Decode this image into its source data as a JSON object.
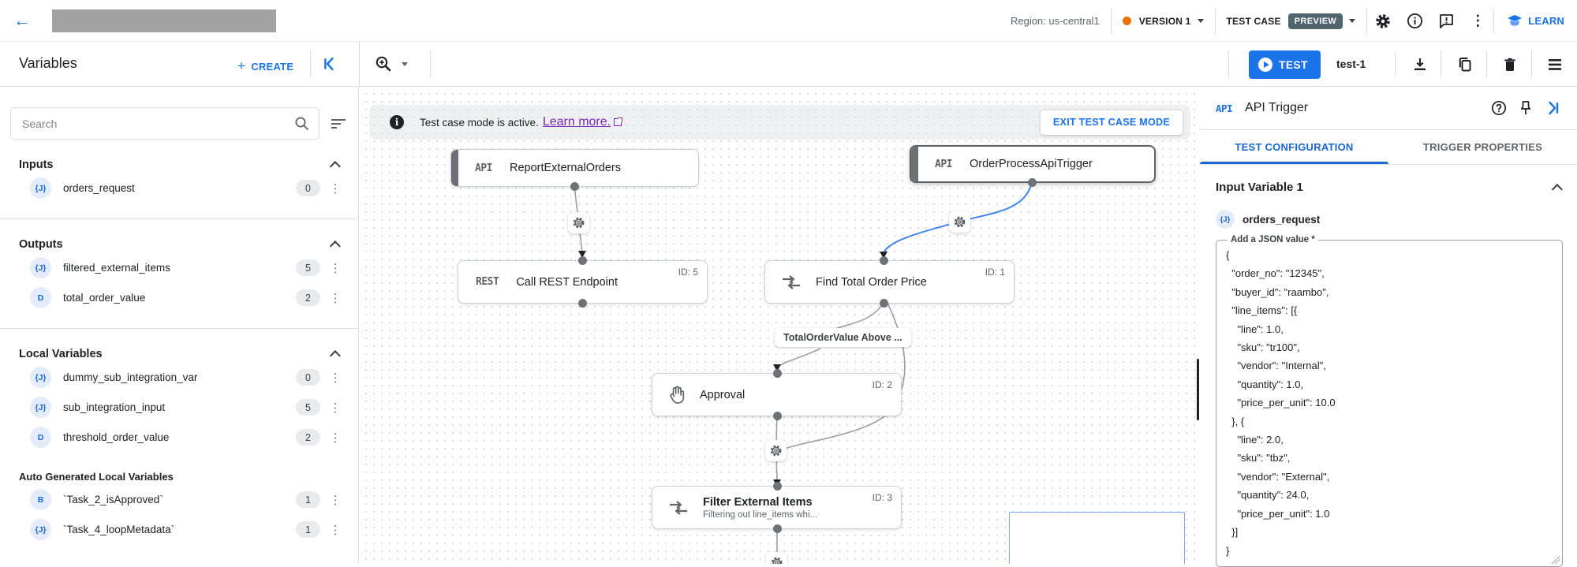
{
  "header": {
    "region": "Region: us-central1",
    "version_label": "VERSION 1",
    "test_case_label": "TEST CASE",
    "preview_badge": "PREVIEW",
    "learn_label": "LEARN"
  },
  "toolbar": {
    "title": "Variables",
    "create_label": "CREATE",
    "test_label": "TEST",
    "test_name": "test-1"
  },
  "sidebar": {
    "search_placeholder": "Search",
    "sections": [
      {
        "title": "Inputs",
        "items": [
          {
            "type": "{J}",
            "name": "orders_request",
            "count": "0"
          }
        ]
      },
      {
        "title": "Outputs",
        "items": [
          {
            "type": "{J}",
            "name": "filtered_external_items",
            "count": "5"
          },
          {
            "type": "D",
            "name": "total_order_value",
            "count": "2"
          }
        ]
      },
      {
        "title": "Local Variables",
        "items": [
          {
            "type": "{J}",
            "name": "dummy_sub_integration_var",
            "count": "0"
          },
          {
            "type": "{J}",
            "name": "sub_integration_input",
            "count": "5"
          },
          {
            "type": "D",
            "name": "threshold_order_value",
            "count": "2"
          }
        ]
      },
      {
        "title": "Auto Generated Local Variables",
        "items": [
          {
            "type": "B",
            "name": "`Task_2_isApproved`",
            "count": "1"
          },
          {
            "type": "{J}",
            "name": "`Task_4_loopMetadata`",
            "count": "1"
          }
        ]
      }
    ]
  },
  "canvas": {
    "banner": {
      "message": "Test case mode is active.",
      "link": "Learn more.",
      "exit_button": "EXIT TEST CASE MODE"
    },
    "nodes": {
      "report": {
        "badge": "API",
        "label": "ReportExternalOrders"
      },
      "trigger": {
        "badge": "API",
        "label": "OrderProcessApiTrigger"
      },
      "rest": {
        "badge": "REST",
        "label": "Call REST Endpoint",
        "id": "ID: 5"
      },
      "find": {
        "label": "Find Total Order Price",
        "id": "ID: 1"
      },
      "approval": {
        "label": "Approval",
        "id": "ID: 2"
      },
      "filter": {
        "label": "Filter External Items",
        "id": "ID: 3",
        "subtitle": "Filtering out line_items whi..."
      }
    },
    "edge_label": "TotalOrderValue Above ..."
  },
  "panel": {
    "chip": "API",
    "title": "API Trigger",
    "tabs": [
      "TEST CONFIGURATION",
      "TRIGGER PROPERTIES"
    ],
    "section_title": "Input Variable 1",
    "variable_type": "{J}",
    "variable_name": "orders_request",
    "field_label": "Add a JSON value *",
    "json_value": "{\n  \"order_no\": \"12345\",\n  \"buyer_id\": \"raambo\",\n  \"line_items\": [{\n    \"line\": 1.0,\n    \"sku\": \"tr100\",\n    \"vendor\": \"Internal\",\n    \"quantity\": 1.0,\n    \"price_per_unit\": 10.0\n  }, {\n    \"line\": 2.0,\n    \"sku\": \"tbz\",\n    \"vendor\": \"External\",\n    \"quantity\": 24.0,\n    \"price_per_unit\": 1.0\n  }]\n}"
  },
  "colors": {
    "accent": "#1a73e8",
    "tab_active": "#1967d2",
    "version_dot": "#e8710a",
    "preview_badge_bg": "#50656e",
    "link_purple": "#7627bb",
    "edge_blue": "#4285f4",
    "edge_gray": "#9aa0a6"
  }
}
